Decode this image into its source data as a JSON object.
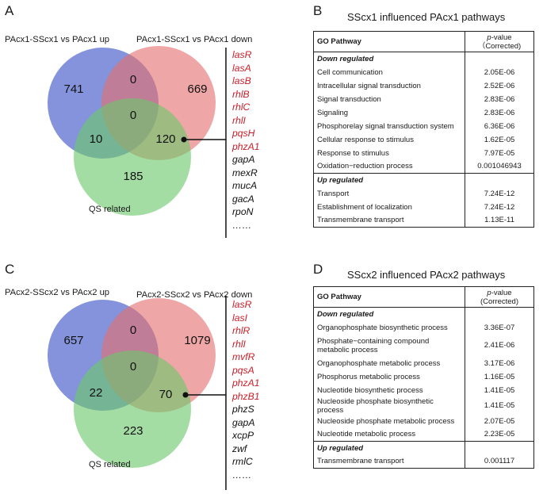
{
  "panels": [
    {
      "letter": "A",
      "venn": {
        "label_up": "PAcx1-SScx1 vs PAcx1 up",
        "label_down": "PAcx1-SScx1 vs PAcx1 down",
        "label_qs": "QS related",
        "numbers": {
          "up_only": "741",
          "up_down": "0",
          "down_only": "669",
          "center": "0",
          "up_qs": "10",
          "down_qs": "120",
          "qs_only": "185"
        },
        "colors": {
          "up": "#5b6fcf",
          "down": "#e46f6f",
          "qs": "#6cc86a"
        }
      },
      "genes": [
        {
          "name": "lasR",
          "color": "red"
        },
        {
          "name": "lasA",
          "color": "red"
        },
        {
          "name": "lasB",
          "color": "red"
        },
        {
          "name": "rhlB",
          "color": "red"
        },
        {
          "name": "rhlC",
          "color": "red"
        },
        {
          "name": "rhlI",
          "color": "red"
        },
        {
          "name": "pqsH",
          "color": "red"
        },
        {
          "name": "phzA1",
          "color": "red"
        },
        {
          "name": "gapA",
          "color": "black"
        },
        {
          "name": "mexR",
          "color": "black"
        },
        {
          "name": "mucA",
          "color": "black"
        },
        {
          "name": "gacA",
          "color": "black"
        },
        {
          "name": "rpoN",
          "color": "black"
        },
        {
          "name": "……",
          "color": "black"
        }
      ]
    },
    {
      "letter": "B",
      "title": "SScx1 influenced PAcx1 pathways",
      "header": {
        "pathway": "GO Pathway",
        "pvalue_italic": "p",
        "pvalue_rest": "-value",
        "corrected": "（Corrected)"
      },
      "sections": [
        {
          "name": "Down regulated",
          "rows": [
            {
              "pathway": "Cell communication",
              "p": "2.05E-06"
            },
            {
              "pathway": "Intracellular signal transduction",
              "p": "2.52E-06"
            },
            {
              "pathway": "Signal transduction",
              "p": "2.83E-06"
            },
            {
              "pathway": "Signaling",
              "p": "2.83E-06"
            },
            {
              "pathway": "Phosphorelay signal transduction system",
              "p": "6.36E-06"
            },
            {
              "pathway": "Cellular response to stimulus",
              "p": "1.62E-05"
            },
            {
              "pathway": "Response to stimulus",
              "p": "7.97E-05"
            },
            {
              "pathway": "Oxidation−reduction process",
              "p": "0.001046943"
            }
          ]
        },
        {
          "name": "Up regulated",
          "rows": [
            {
              "pathway": "Transport",
              "p": "7.24E-12"
            },
            {
              "pathway": "Establishment of localization",
              "p": "7.24E-12"
            },
            {
              "pathway": "Transmembrane transport",
              "p": "1.13E-11"
            }
          ]
        }
      ]
    },
    {
      "letter": "C",
      "venn": {
        "label_up": "PAcx2-SScx2 vs PAcx2 up",
        "label_down": "PAcx2-SScx2 vs PAcx2 down",
        "label_qs": "QS related",
        "numbers": {
          "up_only": "657",
          "up_down": "0",
          "down_only": "1079",
          "center": "0",
          "up_qs": "22",
          "down_qs": "70",
          "qs_only": "223"
        },
        "colors": {
          "up": "#5b6fcf",
          "down": "#e46f6f",
          "qs": "#6cc86a"
        }
      },
      "genes": [
        {
          "name": "lasR",
          "color": "red"
        },
        {
          "name": "lasI",
          "color": "red"
        },
        {
          "name": "rhlR",
          "color": "red"
        },
        {
          "name": "rhlI",
          "color": "red"
        },
        {
          "name": "mvfR",
          "color": "red"
        },
        {
          "name": "pqsA",
          "color": "red"
        },
        {
          "name": "phzA1",
          "color": "red"
        },
        {
          "name": "phzB1",
          "color": "red"
        },
        {
          "name": "phzS",
          "color": "black"
        },
        {
          "name": "gapA",
          "color": "black"
        },
        {
          "name": "xcpP",
          "color": "black"
        },
        {
          "name": "zwf",
          "color": "black"
        },
        {
          "name": "rmlC",
          "color": "black"
        },
        {
          "name": "……",
          "color": "black"
        }
      ]
    },
    {
      "letter": "D",
      "title": "SScx2 influenced PAcx2 pathways",
      "header": {
        "pathway": "GO Pathway",
        "pvalue_italic": "p",
        "pvalue_rest": "-value",
        "corrected": "(Corrected)"
      },
      "sections": [
        {
          "name": "Down regulated",
          "rows": [
            {
              "pathway": "Organophosphate biosynthetic process",
              "p": "3.36E-07"
            },
            {
              "pathway": "Phosphate−containing compound metabolic process",
              "p": "2.41E-06"
            },
            {
              "pathway": "Organophosphate metabolic process",
              "p": "3.17E-06"
            },
            {
              "pathway": "Phosphorus metabolic process",
              "p": "1.16E-05"
            },
            {
              "pathway": "Nucleotide biosynthetic process",
              "p": "1.41E-05"
            },
            {
              "pathway": "Nucleoside phosphate biosynthetic process",
              "p": "1.41E-05"
            },
            {
              "pathway": "Nucleoside phosphate metabolic process",
              "p": "2.07E-05"
            },
            {
              "pathway": "Nucleotide metabolic process",
              "p": "2.23E-05"
            }
          ]
        },
        {
          "name": "Up regulated",
          "rows": [
            {
              "pathway": "Transmembrane transport",
              "p": "0.001117"
            }
          ]
        }
      ]
    }
  ]
}
